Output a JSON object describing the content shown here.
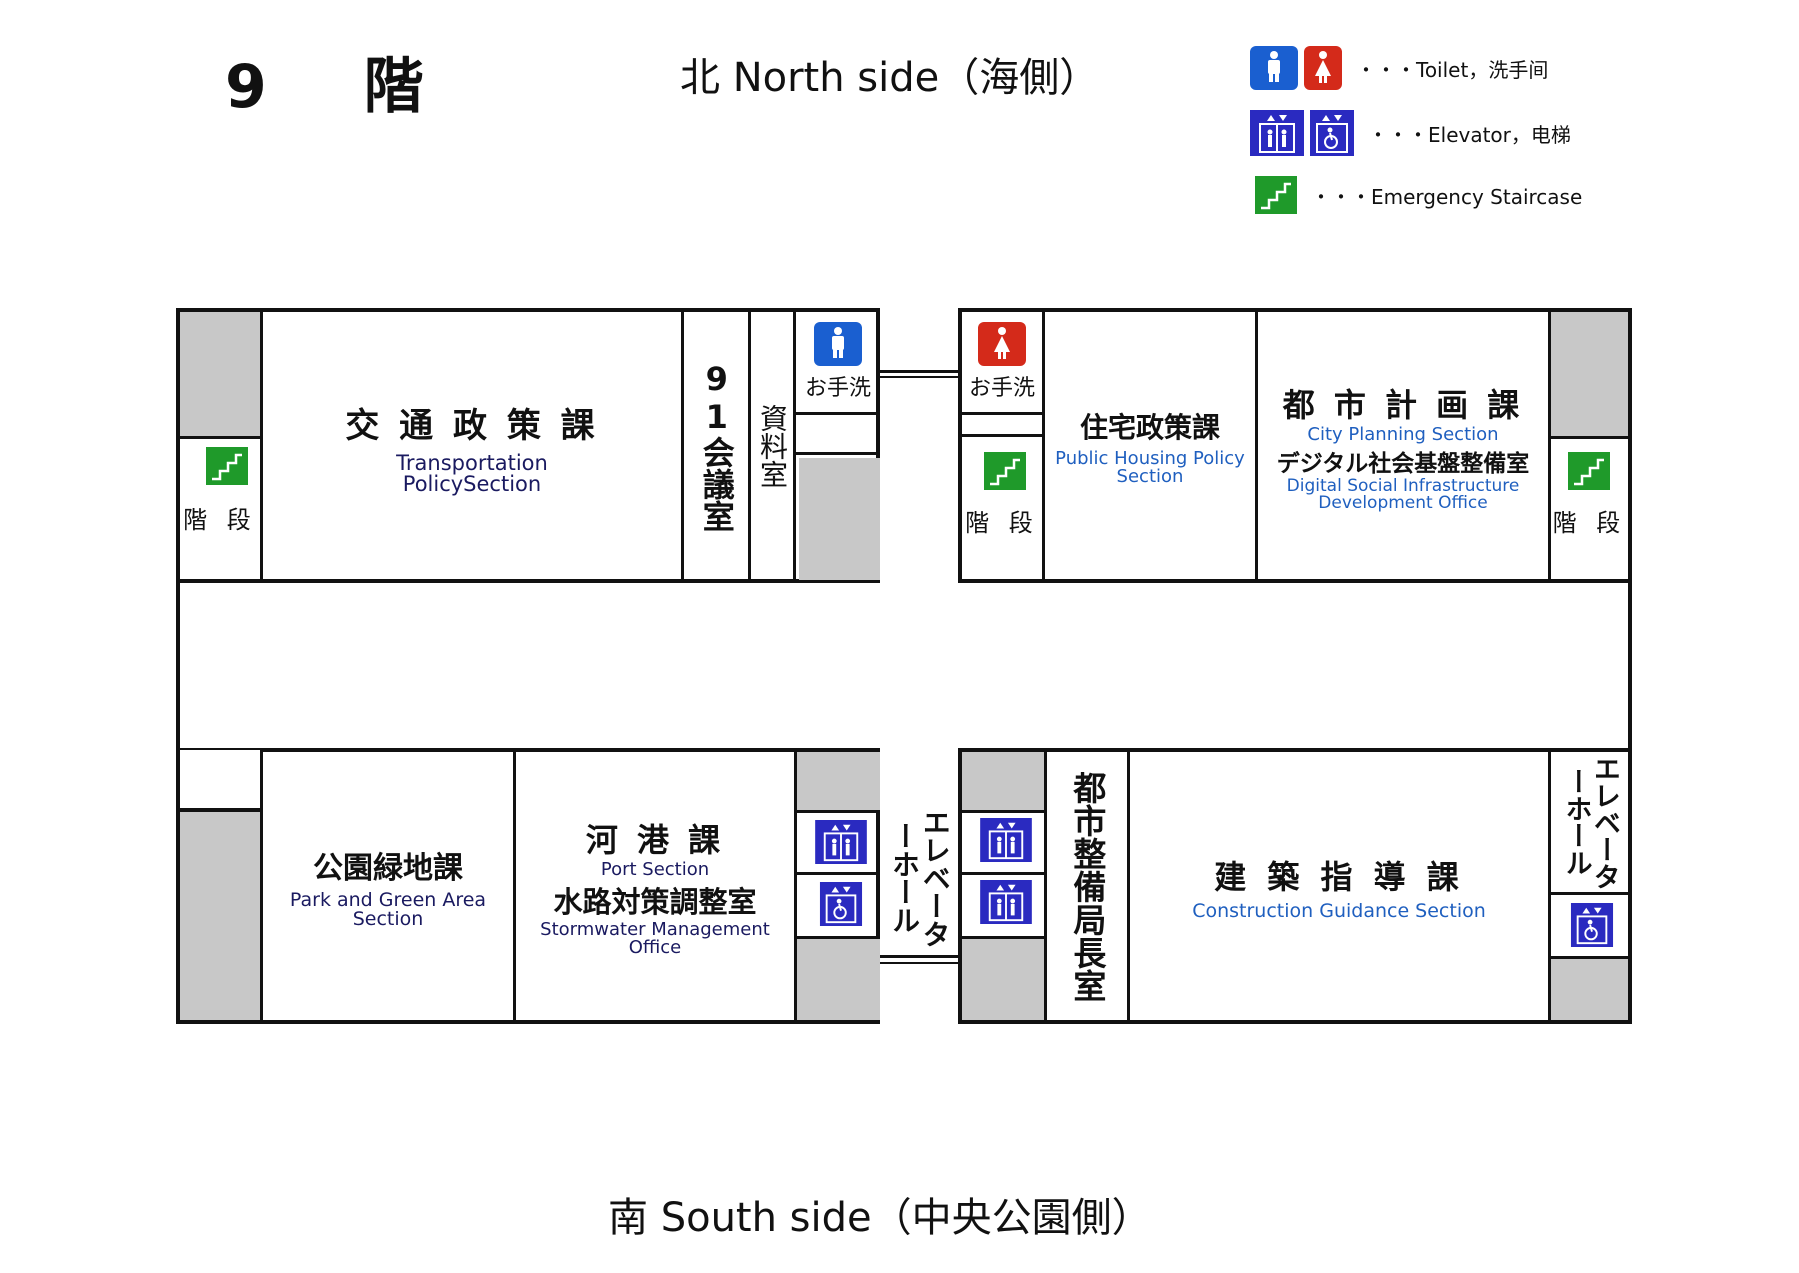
{
  "header": {
    "floor_title": "9 階",
    "north_label": "北 North side（海側）",
    "south_label": "南 South side（中央公園側）"
  },
  "legend": {
    "toilet_text": "・・・Toilet，洗手间",
    "elevator_text": "・・・Elevator，电梯",
    "staircase_text": "・・・Emergency Staircase",
    "men_icon_label": "MEN",
    "women_icon_label": "WOMEN"
  },
  "rooms": {
    "transportation": {
      "jp": "交 通 政 策 課",
      "en1": "Transportation",
      "en2": "PolicySection"
    },
    "meeting_91": {
      "jp": "91会議室"
    },
    "archive": {
      "jp": "資料室"
    },
    "toilet_men": {
      "label": "お手洗"
    },
    "toilet_women": {
      "label": "お手洗"
    },
    "housing": {
      "jp": "住宅政策課",
      "en1": "Public Housing Policy",
      "en2": "Section"
    },
    "city_planning": {
      "jp": "都 市 計 画 課",
      "en1": "City Planning Section",
      "jp2": "デジタル社会基盤整備室",
      "en2": "Digital Social Infrastructure",
      "en3": "Development Office"
    },
    "park": {
      "jp": "公園緑地課",
      "en1": "Park and Green Area",
      "en2": "Section"
    },
    "port": {
      "jp": "河 港 課",
      "en1": "Port Section",
      "jp2": "水路対策調整室",
      "en2": "Stormwater Management",
      "en3": "Office"
    },
    "director": {
      "jp": "都市整備局長室"
    },
    "construction": {
      "jp": "建 築 指 導 課",
      "en1": "Construction Guidance Section"
    },
    "elevator_hall_center": {
      "jp": "エレベーターホール"
    },
    "elevator_hall_right": {
      "jp": "エレベーターホール"
    }
  },
  "stairs": {
    "left": "階 段",
    "center": "階 段",
    "right": "階 段"
  },
  "colors": {
    "men": "#1a5fd0",
    "women": "#d42a1a",
    "elevator": "#2a2ac0",
    "stair": "#1f9a2a",
    "gray": "#c8c8c8"
  }
}
